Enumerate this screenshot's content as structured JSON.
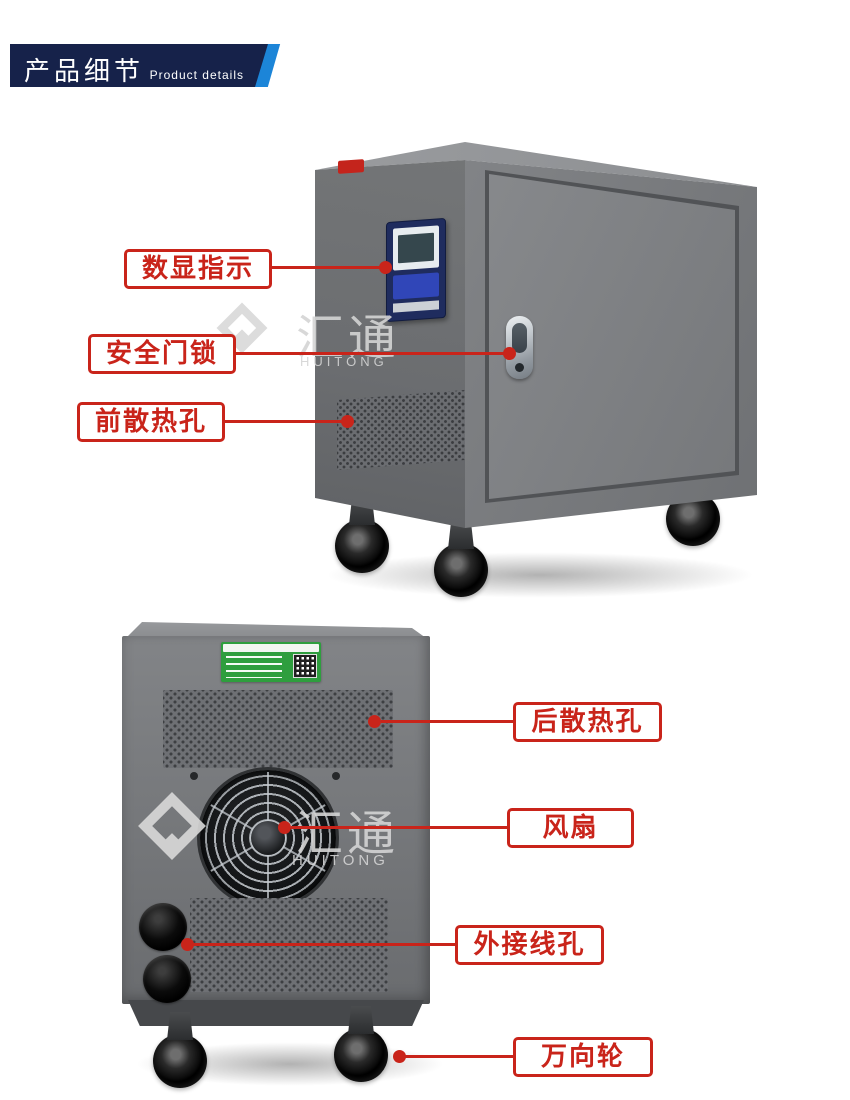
{
  "header": {
    "title": "产品细节",
    "subtitle": "Product details"
  },
  "watermark": {
    "text": "汇通",
    "subtext": "HUITONG"
  },
  "front_section": {
    "callouts": [
      {
        "label": "数显指示"
      },
      {
        "label": "安全门锁"
      },
      {
        "label": "前散热孔"
      }
    ]
  },
  "back_section": {
    "callouts": [
      {
        "label": "后散热孔"
      },
      {
        "label": "风扇"
      },
      {
        "label": "外接线孔"
      },
      {
        "label": "万向轮"
      }
    ]
  },
  "colors": {
    "callout_red": "#c9241a",
    "header_navy": "#16224a",
    "header_blue": "#1c85d8",
    "cabinet_gray": "#77797c"
  }
}
